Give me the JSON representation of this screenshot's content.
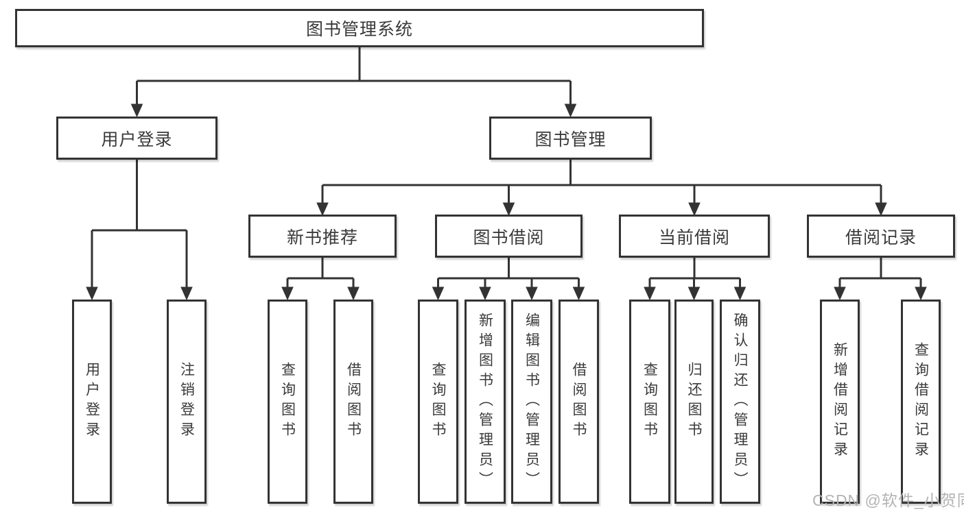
{
  "title": {
    "label": "图书管理系统"
  },
  "level2": {
    "user_login": {
      "label": "用户登录"
    },
    "book_mgmt": {
      "label": "图书管理"
    }
  },
  "level3": {
    "new_books": {
      "label": "新书推荐"
    },
    "book_borrow": {
      "label": "图书借阅"
    },
    "current_borrow": {
      "label": "当前借阅"
    },
    "borrow_records": {
      "label": "借阅记录"
    }
  },
  "leaves": {
    "user_login_login": {
      "label": "用户登录"
    },
    "user_login_logout": {
      "label": "注销登录"
    },
    "new_books_query": {
      "label": "查询图书"
    },
    "new_books_borrow": {
      "label": "借阅图书"
    },
    "book_borrow_query": {
      "label": "查询图书"
    },
    "book_borrow_add": {
      "label": "新增图书（管理员）"
    },
    "book_borrow_edit": {
      "label": "编辑图书（管理员）"
    },
    "book_borrow_borrow": {
      "label": "借阅图书"
    },
    "current_query": {
      "label": "查询图书"
    },
    "current_return": {
      "label": "归还图书"
    },
    "current_confirm": {
      "label": "确认归还（管理员）"
    },
    "records_add": {
      "label": "新增借阅记录"
    },
    "records_query": {
      "label": "查询借阅记录"
    }
  },
  "watermark": {
    "text": "CSDN @软件_小贺同学"
  },
  "colors": {
    "line": "#333333",
    "text": "#3a3a3a",
    "watermark": "#b3b3b3",
    "background": "#ffffff"
  }
}
